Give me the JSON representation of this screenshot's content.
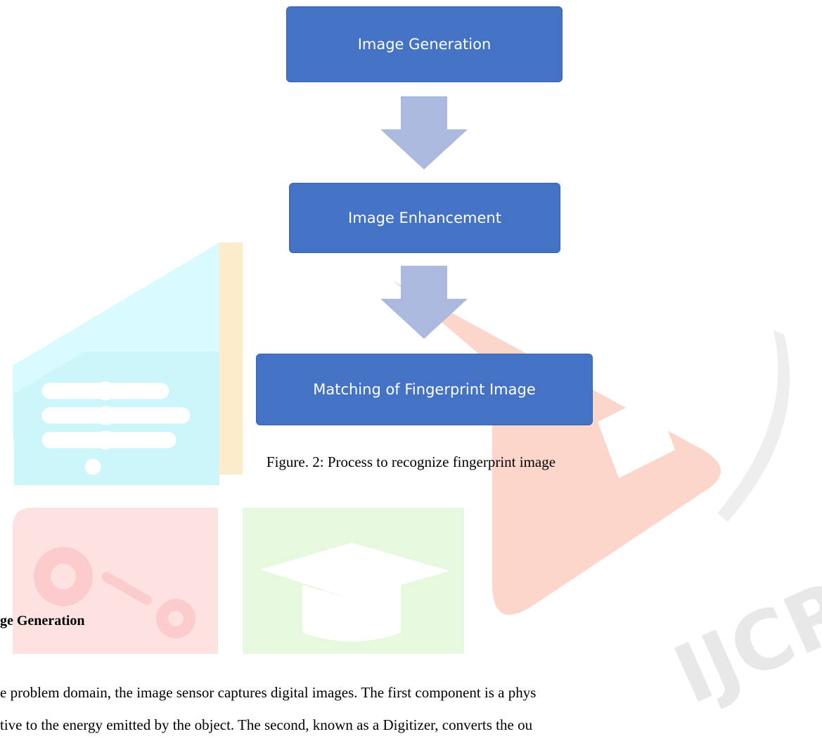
{
  "flowchart": {
    "step1": "Image Generation",
    "step2": "Image Enhancement",
    "step3": "Matching of Fingerprint Image"
  },
  "caption": "Figure. 2: Process to recognize fingerprint image",
  "section": {
    "heading": "ge Generation",
    "lines": [
      "e problem domain, the image sensor captures digital images. The first component is a phys",
      "tive to the energy emitted by the object. The second, known as a Digitizer, converts the ou"
    ]
  },
  "watermark": {
    "text": "IJCRT"
  },
  "colors": {
    "box_fill": "#4472c4",
    "arrow_fill": "#aab9dd",
    "watermark_cyan": "#d6fbfe",
    "watermark_pink": "#fde0df",
    "watermark_green": "#e3f7da",
    "watermark_peach": "#fdd9cf"
  }
}
